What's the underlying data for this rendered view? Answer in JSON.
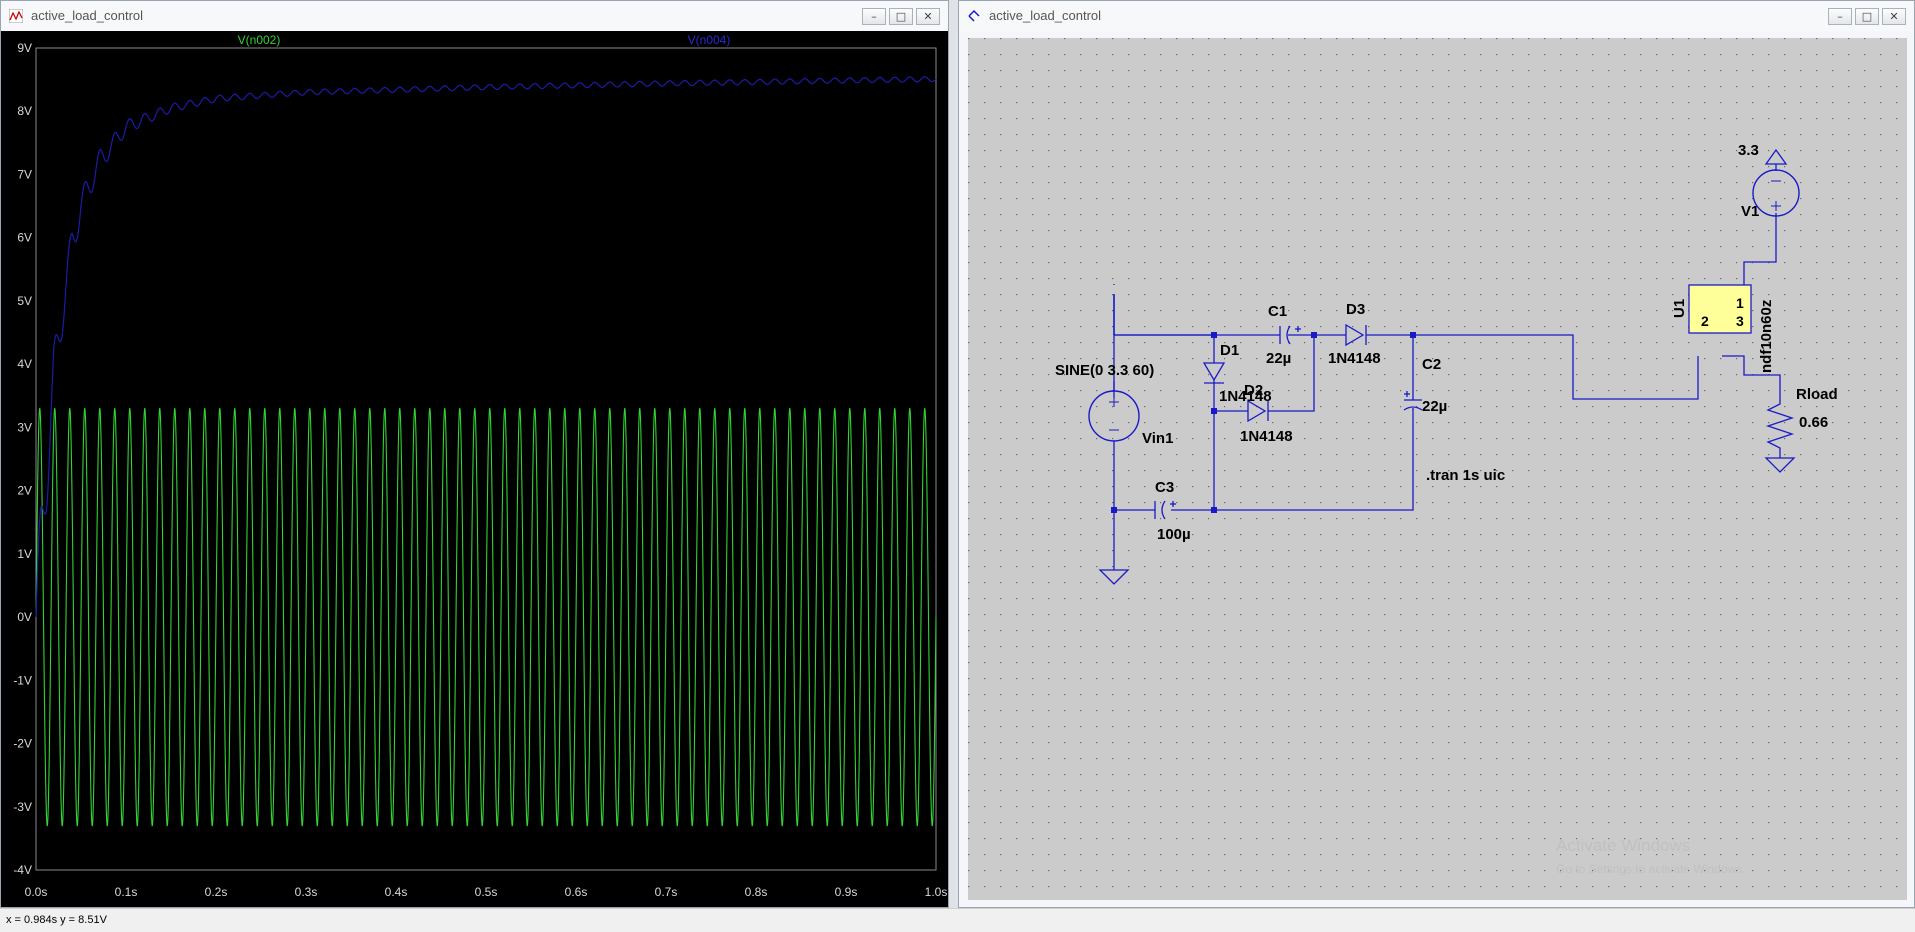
{
  "colors": {
    "v_n002": "#34d234",
    "v_n004": "#1c1ca8",
    "wire": "#1a1ac8",
    "ic_fill": "#ffff99"
  },
  "waveform_window": {
    "title": "active_load_control",
    "icon": "waveform-icon",
    "buttons": {
      "minimize": "–",
      "maximize": "□",
      "close": "✕"
    }
  },
  "schematic_window": {
    "title": "active_load_control",
    "icon": "schematic-icon",
    "buttons": {
      "minimize": "–",
      "maximize": "□",
      "close": "✕"
    }
  },
  "chart_data": {
    "type": "line",
    "xlim": [
      0,
      1
    ],
    "ylim": [
      -4,
      9
    ],
    "x_tick_labels": [
      "0.0s",
      "0.1s",
      "0.2s",
      "0.3s",
      "0.4s",
      "0.5s",
      "0.6s",
      "0.7s",
      "0.8s",
      "0.9s",
      "1.0s"
    ],
    "y_tick_labels": [
      "9V",
      "8V",
      "7V",
      "6V",
      "5V",
      "4V",
      "3V",
      "2V",
      "1V",
      "0V",
      "-1V",
      "-2V",
      "-3V",
      "-4V"
    ],
    "series": [
      {
        "name": "V(n002)",
        "kind": "sine",
        "amplitude": 3.3,
        "offset": 0,
        "frequency_hz": 60
      },
      {
        "name": "V(n004)",
        "kind": "charging",
        "points": [
          [
            0,
            0
          ],
          [
            0.005,
            1.2
          ],
          [
            0.012,
            2.2
          ],
          [
            0.02,
            3.9
          ],
          [
            0.03,
            4.9
          ],
          [
            0.04,
            5.9
          ],
          [
            0.05,
            6.5
          ],
          [
            0.07,
            7.2
          ],
          [
            0.1,
            7.75
          ],
          [
            0.15,
            8.05
          ],
          [
            0.2,
            8.2
          ],
          [
            0.3,
            8.3
          ],
          [
            0.5,
            8.38
          ],
          [
            0.7,
            8.44
          ],
          [
            1.0,
            8.51
          ]
        ]
      }
    ]
  },
  "schematic": {
    "source_label": "SINE(0 3.3 60)",
    "vin_label": "Vin1",
    "d1": {
      "ref": "D1",
      "value": "1N4148"
    },
    "d2": {
      "ref": "D2",
      "value": "1N4148"
    },
    "d3": {
      "ref": "D3",
      "value": "1N4148"
    },
    "c1": {
      "ref": "C1",
      "value": "22µ"
    },
    "c2": {
      "ref": "C2",
      "value": "22µ"
    },
    "c3": {
      "ref": "C3",
      "value": "100µ"
    },
    "v1": {
      "ref": "V1",
      "value": "3.3"
    },
    "u1": {
      "ref": "U1",
      "part": "ndf10n60z",
      "pins": [
        "1",
        "2",
        "3"
      ]
    },
    "rload": {
      "ref": "Rload",
      "value": "0.66"
    },
    "directive": ".tran 1s uic",
    "watermark": {
      "line1": "Activate Windows",
      "line2": "Go to Settings to activate Windows."
    }
  },
  "status_bar": {
    "text": "x = 0.984s    y = 8.51V"
  }
}
